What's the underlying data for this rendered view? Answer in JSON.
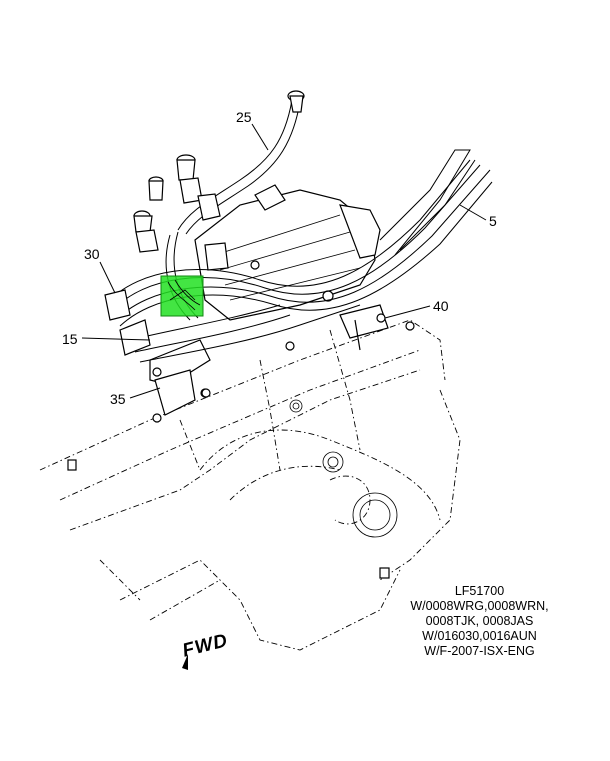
{
  "callouts": {
    "c25": "25",
    "c5": "5",
    "c30": "30",
    "c40": "40",
    "c15": "15",
    "c35": "35"
  },
  "reference": {
    "line1": "LF51700",
    "line2": "W/0008WRG,0008WRN,",
    "line3": "0008TJK, 0008JAS",
    "line4": "W/016030,0016AUN",
    "line5": "W/F-2007-ISX-ENG"
  },
  "fwd_label": "FWD",
  "colors": {
    "highlight": "#22e022",
    "line": "#000000",
    "background": "#ffffff"
  },
  "icons": {
    "fwd_arrow": "fwd-arrow-icon"
  }
}
